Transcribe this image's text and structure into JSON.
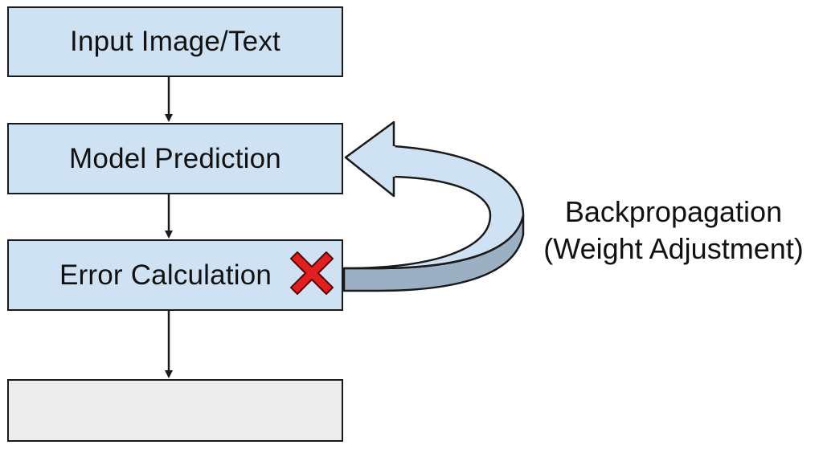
{
  "diagram": {
    "nodes": [
      {
        "id": "input",
        "label": "Input Image/Text",
        "fill": "#cfe2f3"
      },
      {
        "id": "model",
        "label": "Model Prediction",
        "fill": "#cfe2f3"
      },
      {
        "id": "error",
        "label": "Error Calculation",
        "fill": "#cfe2f3"
      },
      {
        "id": "output",
        "label": "",
        "fill": "#ececec"
      }
    ],
    "feedback_label": {
      "line1": "Backpropagation",
      "line2": "(Weight Adjustment)"
    },
    "colors": {
      "arrow_light": "#cfe2f3",
      "arrow_dark": "#9cb0c3",
      "stroke": "#1a1a1a",
      "error_mark": "#e02020"
    },
    "icons": {
      "error_mark": "x-mark-icon"
    }
  }
}
